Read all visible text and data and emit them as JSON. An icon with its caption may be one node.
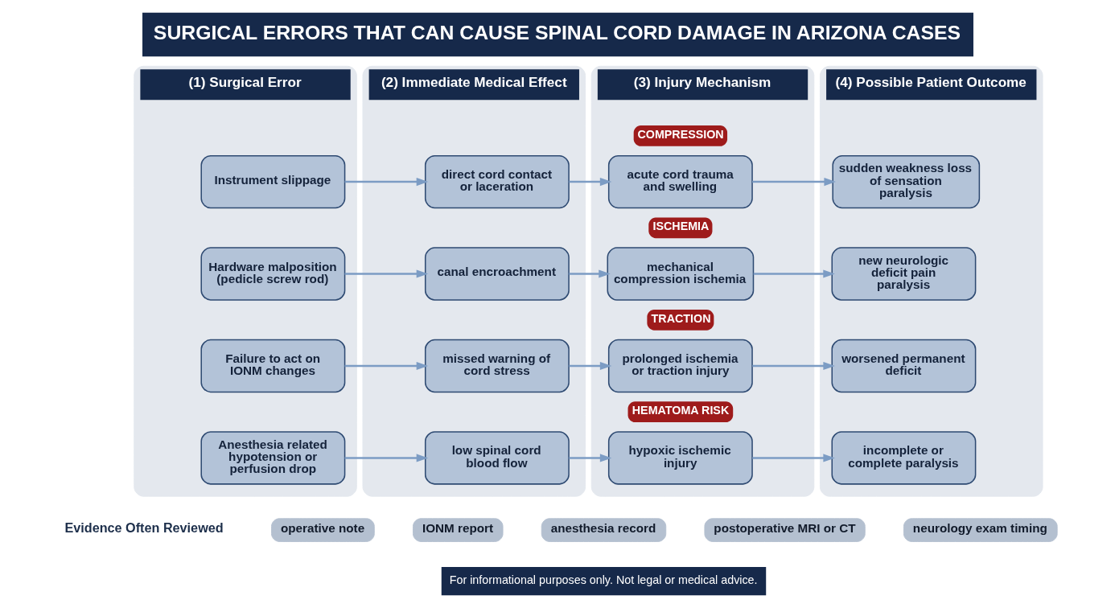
{
  "diagram": {
    "title": "SURGICAL ERRORS THAT CAN CAUSE SPINAL CORD DAMAGE IN ARIZONA CASES",
    "caption": "For informational purposes only. Not legal or medical advice.",
    "nodes": [
      {
        "text": [
          "(1) Surgical Error"
        ]
      },
      {
        "text": [
          "Instrument slippage"
        ],
        "in": 0
      },
      {
        "text": [
          "Hardware malposition (pedicle screw rod)"
        ],
        "in": 0
      },
      {
        "text": [
          "Failure to act on IONM changes"
        ],
        "in": 0
      },
      {
        "text": [
          "Anesthesia related hypotension or perfusion drop"
        ],
        "in": 0
      },
      {
        "text": [
          "(2) Immediate Medical Effect"
        ]
      },
      {
        "text": [
          "direct cord contact or laceration"
        ],
        "in": 5
      },
      {
        "text": [
          "canal encroachment"
        ],
        "in": 5
      },
      {
        "text": [
          "missed warning of cord stress"
        ],
        "in": 5
      },
      {
        "text": [
          "low spinal cord blood flow"
        ],
        "in": 5
      },
      {
        "text": [
          "(3) Injury Mechanism"
        ]
      },
      {
        "text": [
          "acute cord trauma and swelling"
        ],
        "in": 10,
        "beside": [
          "COMPRESSION"
        ]
      },
      {
        "text": [
          "mechanical compression ischemia"
        ],
        "in": 10,
        "beside": [
          "ISCHEMIA"
        ]
      },
      {
        "text": [
          "prolonged ischemia or traction injury"
        ],
        "in": 10,
        "beside": [
          "TRACTION"
        ]
      },
      {
        "text": [
          "hypoxic ischemic injury"
        ],
        "in": 10,
        "beside": [
          "HEMATOMA RISK"
        ]
      },
      {
        "text": [
          "(4) Possible Patient Outcome"
        ]
      },
      {
        "text": [
          "sudden weakness loss of sensation paralysis"
        ],
        "in": 15
      },
      {
        "text": [
          "new neurologic deficit pain paralysis"
        ],
        "in": 15
      },
      {
        "text": [
          "worsened permanent deficit"
        ],
        "in": 15
      },
      {
        "text": [
          "incomplete or complete paralysis"
        ],
        "in": 15
      },
      {
        "text": [
          "operative note"
        ]
      },
      {
        "text": [
          "IONM report"
        ]
      },
      {
        "text": [
          "anesthesia record"
        ]
      },
      {
        "text": [
          "postoperative MRI or CT"
        ]
      },
      {
        "text": [
          "neurology exam timing"
        ]
      }
    ],
    "edges": [
      {
        "from": 1,
        "to": 6,
        "arrow": "to"
      },
      {
        "from": 6,
        "to": 11,
        "arrow": "to"
      },
      {
        "from": 11,
        "to": 16,
        "arrow": "to"
      },
      {
        "from": 2,
        "to": 7,
        "arrow": "to"
      },
      {
        "from": 7,
        "to": 12,
        "arrow": "to"
      },
      {
        "from": 12,
        "to": 17,
        "arrow": "to"
      },
      {
        "from": 3,
        "to": 8,
        "arrow": "to"
      },
      {
        "from": 8,
        "to": 13,
        "arrow": "to"
      },
      {
        "from": 13,
        "to": 18,
        "arrow": "to"
      },
      {
        "from": 4,
        "to": 9,
        "arrow": "to"
      },
      {
        "from": 9,
        "to": 14,
        "arrow": "to"
      },
      {
        "from": 14,
        "to": 19,
        "arrow": "to"
      }
    ],
    "labels": [
      "Evidence Often Reviewed"
    ]
  }
}
